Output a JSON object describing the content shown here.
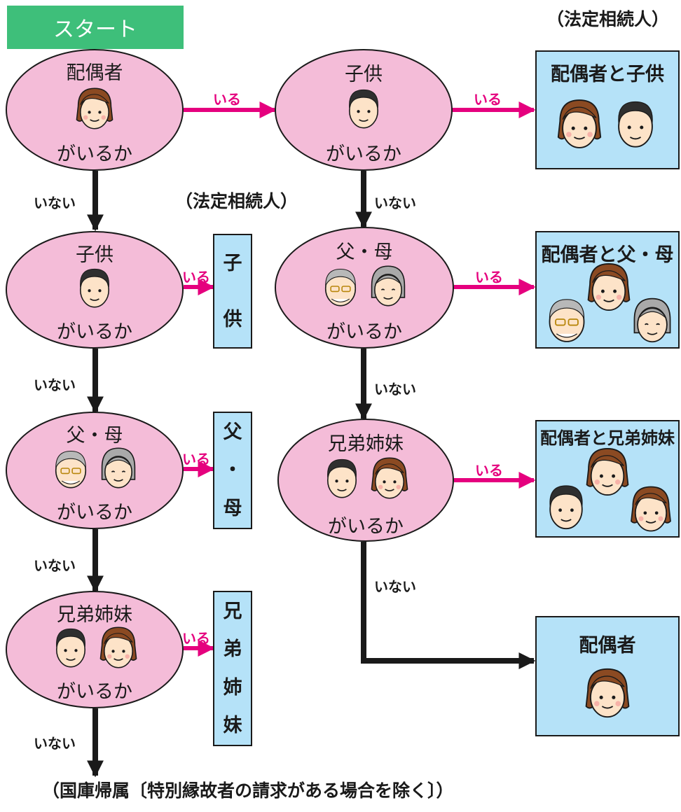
{
  "start_label": "スタート",
  "heading_label": "（法定相続人）",
  "question_suffix": "がいるか",
  "yes_label": "いる",
  "no_label": "いない",
  "nodes": {
    "spouse": "配偶者",
    "child": "子供",
    "parents": "父・母",
    "siblings": "兄弟姉妹"
  },
  "results_right": {
    "spouse_child": "配偶者と子供",
    "spouse_parents": "配偶者と父・母",
    "spouse_siblings": "配偶者と兄弟姉妹",
    "spouse_only": "配偶者"
  },
  "results_left": {
    "child": [
      "子",
      "供"
    ],
    "parents": [
      "父",
      "・",
      "母"
    ],
    "siblings": [
      "兄",
      "弟",
      "姉",
      "妹"
    ]
  },
  "footer": "（国庫帰属〔特別縁故者の請求がある場合を除く〕）",
  "colors": {
    "start_bg": "#3ebf7a",
    "ellipse_fill": "#f4bcd8",
    "box_fill": "#b5e2f8",
    "yes_arrow": "#e5007e",
    "no_arrow": "#1a1a1a"
  },
  "icons": [
    "woman-face-icon",
    "man-face-icon",
    "grandfather-face-icon",
    "grandmother-face-icon"
  ]
}
